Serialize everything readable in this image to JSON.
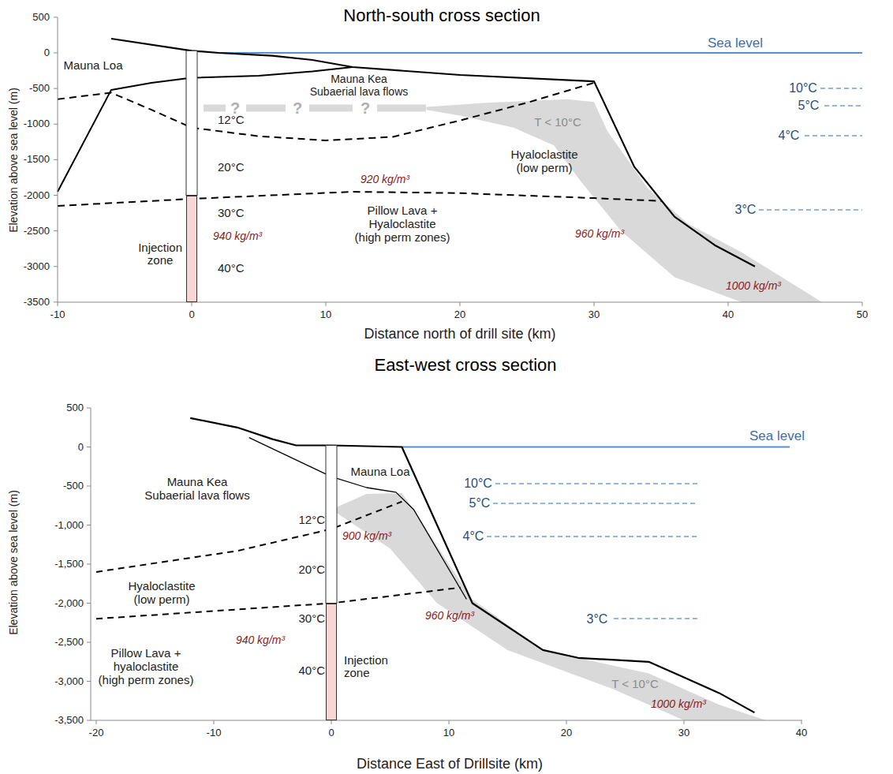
{
  "diagram": {
    "nodes": [
      {
        "text": [
          "Injection zone"
        ]
      },
      {
        "text": [
          "Injection zone"
        ]
      }
    ],
    "labels": [
      "North-south cross section",
      "Sea level",
      "Mauna Loa",
      "Mauna Kea Subaerial lava flows",
      "?",
      "?",
      "?",
      "T < 10°C",
      "12°C",
      "20°C",
      "30°C",
      "40°C",
      "Hyaloclastite (low perm)",
      "920 kg/m³",
      "940 kg/m³",
      "960 kg/m³",
      "1000 kg/m³",
      "Pillow Lava + Hyaloclastite (high perm zones)",
      "10°C",
      "5°C",
      "4°C",
      "3°C",
      "500",
      "0",
      "-500",
      "-1000",
      "-1500",
      "-2000",
      "-2500",
      "-3000",
      "-3500",
      "-10",
      "0",
      "10",
      "20",
      "30",
      "40",
      "50",
      "Distance north of drill site (km)",
      "Elevation above sea level (m)",
      "East-west cross section",
      "Sea level",
      "Mauna Kea Subaerial lava flows",
      "Mauna Loa",
      "12°C",
      "20°C",
      "30°C",
      "40°C",
      "900 kg/m³",
      "960 kg/m³",
      "940 kg/m³",
      "1000 kg/m³",
      "Hyaloclastite (low perm)",
      "Pillow Lava + hyaloclastite (high perm zones)",
      "T < 10°C",
      "10°C",
      "5°C",
      "4°C",
      "3°C",
      "500",
      "0",
      "-500",
      "-1,000",
      "-1,500",
      "-2,000",
      "-2,500",
      "-3,000",
      "-3,500",
      "-20",
      "-10",
      "0",
      "10",
      "20",
      "30",
      "40",
      "Distance East of Drillsite (km)",
      "Elevation above sea level (m)"
    ]
  }
}
